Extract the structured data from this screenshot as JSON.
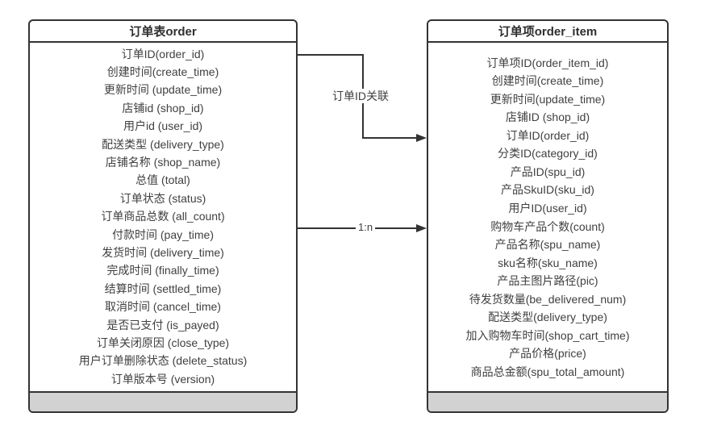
{
  "diagram": {
    "background_color": "#ffffff",
    "border_color": "#333333",
    "footer_color": "#d2d2d2",
    "text_color": "#404040"
  },
  "tables": {
    "order": {
      "title": "订单表order",
      "fields": [
        "订单ID(order_id)",
        "创建时间(create_time)",
        "更新时间 (update_time)",
        "店铺id (shop_id)",
        "用户id (user_id)",
        "配送类型 (delivery_type)",
        "店铺名称 (shop_name)",
        "总值 (total)",
        "订单状态 (status)",
        "订单商品总数 (all_count)",
        "付款时间 (pay_time)",
        "发货时间 (delivery_time)",
        "完成时间 (finally_time)",
        "结算时间 (settled_time)",
        "取消时间 (cancel_time)",
        "是否已支付 (is_payed)",
        "订单关闭原因 (close_type)",
        "用户订单删除状态 (delete_status)",
        "订单版本号 (version)"
      ]
    },
    "order_item": {
      "title": "订单项order_item",
      "fields": [
        "订单项ID(order_item_id)",
        "创建时间(create_time)",
        "更新时间(update_time)",
        "店铺ID (shop_id)",
        "订单ID(order_id)",
        "分类ID(category_id)",
        "产品ID(spu_id)",
        "产品SkuID(sku_id)",
        "用户ID(user_id)",
        "购物车产品个数(count)",
        "产品名称(spu_name)",
        "sku名称(sku_name)",
        "产品主图片路径(pic)",
        "待发货数量(be_delivered_num)",
        "配送类型(delivery_type)",
        "加入购物车时间(shop_cart_time)",
        "产品价格(price)",
        "商品总金额(spu_total_amount)"
      ]
    }
  },
  "connectors": {
    "order_id_link": {
      "label": "订单ID关联"
    },
    "one_to_n": {
      "label": "1:n"
    }
  }
}
